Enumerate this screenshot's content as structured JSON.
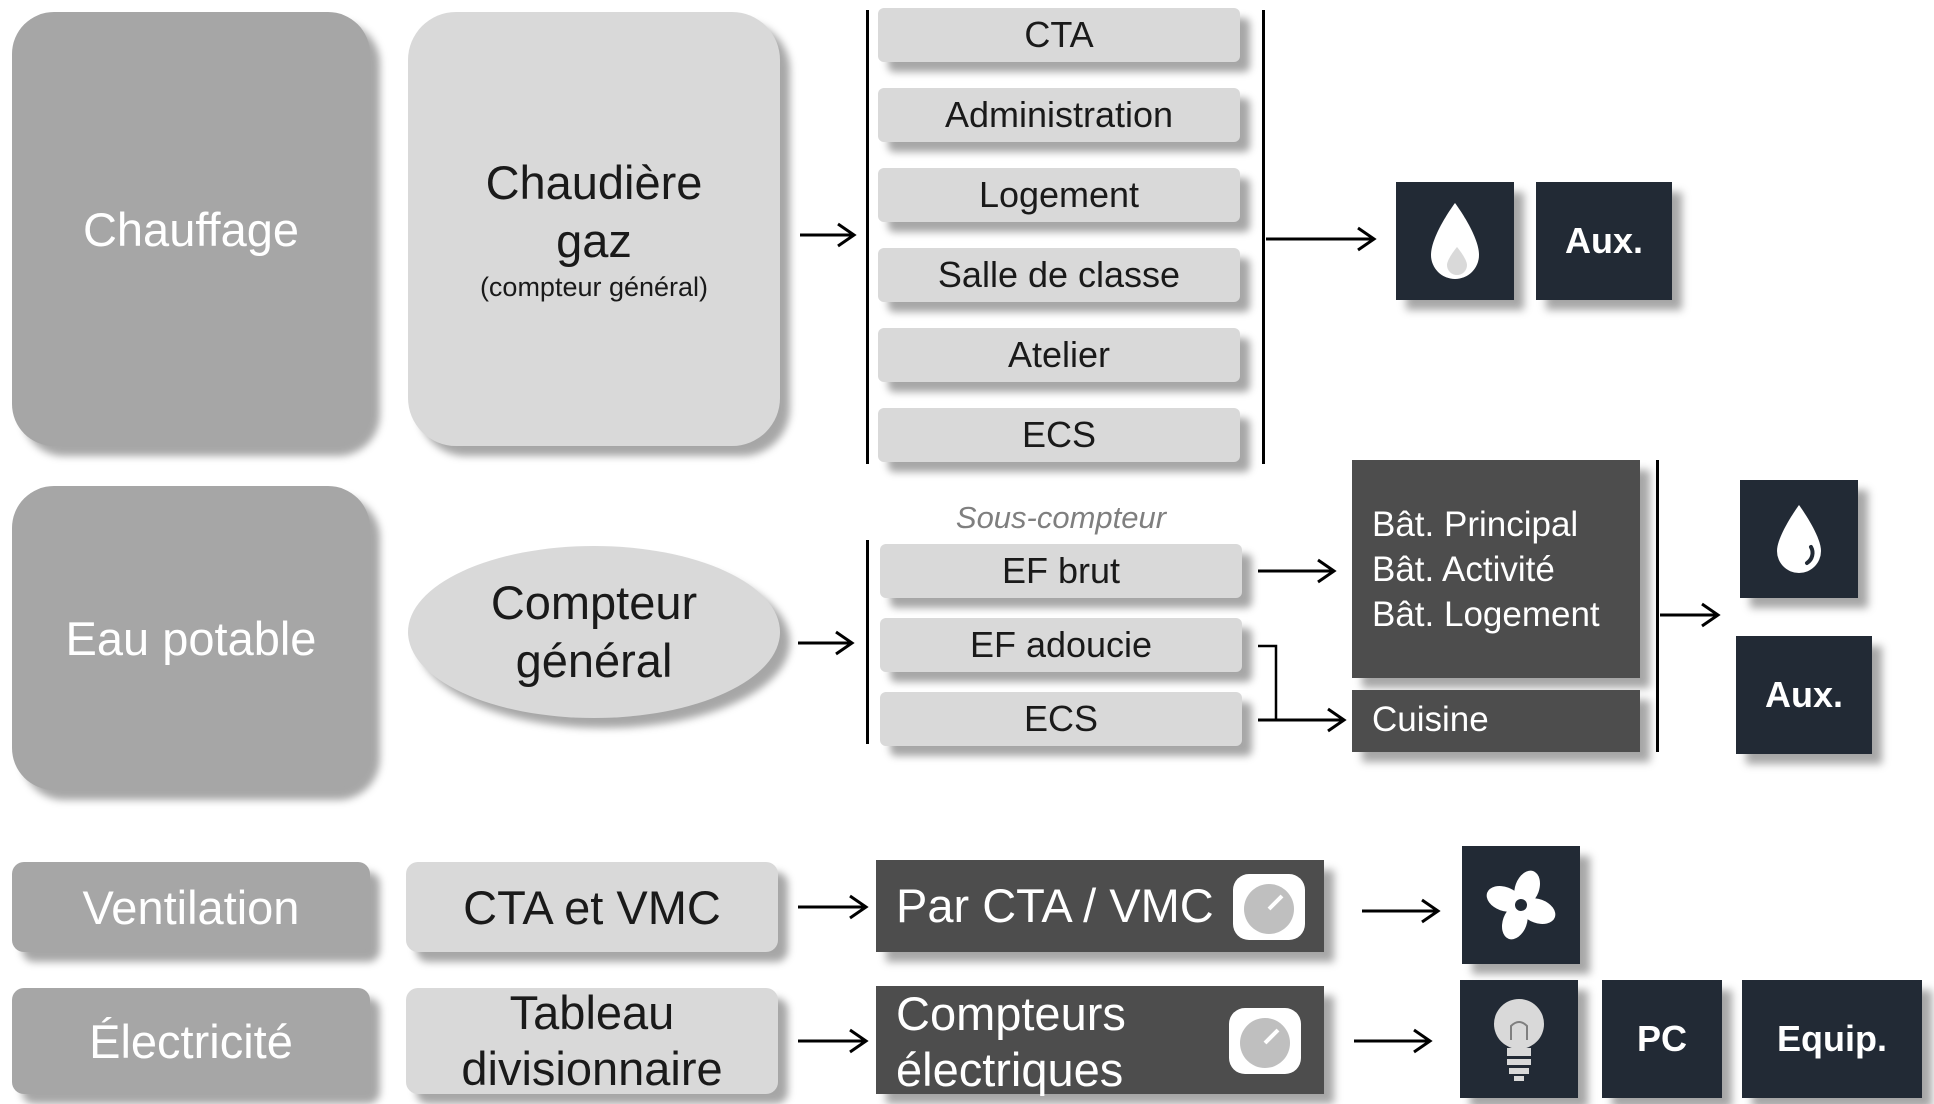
{
  "chauffage": {
    "category": "Chauffage",
    "source_line1": "Chaudière",
    "source_line2": "gaz",
    "source_note": "(compteur général)",
    "sub_meters": [
      "CTA",
      "Administration",
      "Logement",
      "Salle de classe",
      "Atelier",
      "ECS"
    ],
    "outputs": {
      "aux": "Aux."
    },
    "icons": [
      "gas-drop-icon"
    ]
  },
  "eau": {
    "category": "Eau potable",
    "source_line1": "Compteur",
    "source_line2": "général",
    "sub_meter_caption": "Sous-compteur",
    "sub_meters": [
      "EF brut",
      "EF adoucie",
      "ECS"
    ],
    "buildings": [
      "Bât. Principal",
      "Bât. Activité",
      "Bât. Logement"
    ],
    "kitchen": "Cuisine",
    "outputs": {
      "aux": "Aux."
    },
    "icons": [
      "water-drop-icon"
    ]
  },
  "ventilation": {
    "category": "Ventilation",
    "source": "CTA et VMC",
    "meter": "Par CTA / VMC",
    "icons": [
      "stopwatch-icon",
      "fan-icon"
    ]
  },
  "electricite": {
    "category": "Électricité",
    "source_line1": "Tableau",
    "source_line2": "divisionnaire",
    "meter_line1": "Compteurs",
    "meter_line2": "électriques",
    "outputs": {
      "pc": "PC",
      "equip": "Equip."
    },
    "icons": [
      "stopwatch-icon",
      "lightbulb-icon"
    ]
  },
  "colors": {
    "category_bg": "#a6a6a6",
    "source_bg": "#d9d9d9",
    "meter_dark_bg": "#4d4d4d",
    "icon_tile_bg": "#222a35"
  }
}
